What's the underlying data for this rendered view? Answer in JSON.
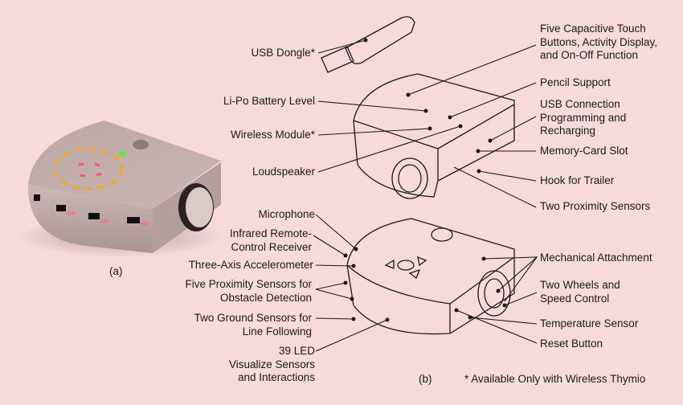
{
  "figure": {
    "panel_a_label": "(a)",
    "panel_b_label": "(b)",
    "footnote": "* Available Only with Wireless Thymio",
    "colors": {
      "background": "#f8dadb",
      "line": "#1a1a1a",
      "robot_body": "#d8c4c2",
      "led_orange": "#f5a623",
      "led_red": "#ff4f7a",
      "led_green": "#7bd94f"
    }
  },
  "top_labels_left": [
    {
      "id": "usb-dongle",
      "text": "USB Dongle*"
    },
    {
      "id": "battery",
      "text": "Li-Po Battery Level"
    },
    {
      "id": "wireless",
      "text": "Wireless Module*"
    },
    {
      "id": "loudspeaker",
      "text": "Loudspeaker"
    }
  ],
  "top_labels_right": [
    {
      "id": "touch-buttons",
      "text": "Five Capacitive Touch\nButtons, Activity Display,\nand On-Off Function"
    },
    {
      "id": "pencil",
      "text": "Pencil Support"
    },
    {
      "id": "usb-connection",
      "text": "USB Connection\nProgramming and\nRecharging"
    },
    {
      "id": "memory-card",
      "text": "Memory-Card Slot"
    },
    {
      "id": "hook",
      "text": "Hook for Trailer"
    },
    {
      "id": "two-proximity",
      "text": "Two Proximity Sensors"
    }
  ],
  "bottom_labels_left": [
    {
      "id": "microphone",
      "text": "Microphone"
    },
    {
      "id": "ir-receiver",
      "text": "Infrared Remote-\nControl Receiver"
    },
    {
      "id": "accelerometer",
      "text": "Three-Axis Accelerometer"
    },
    {
      "id": "five-proximity",
      "text": "Five Proximity Sensors for\nObstacle Detection"
    },
    {
      "id": "ground-sensors",
      "text": "Two Ground Sensors for\nLine Following"
    },
    {
      "id": "leds",
      "text": "39 LED\nVisualize Sensors\nand Interactions"
    }
  ],
  "bottom_labels_right": [
    {
      "id": "mechanical",
      "text": "Mechanical Attachment"
    },
    {
      "id": "wheels",
      "text": "Two Wheels and\nSpeed Control"
    },
    {
      "id": "temperature",
      "text": "Temperature Sensor"
    },
    {
      "id": "reset",
      "text": "Reset Button"
    }
  ]
}
